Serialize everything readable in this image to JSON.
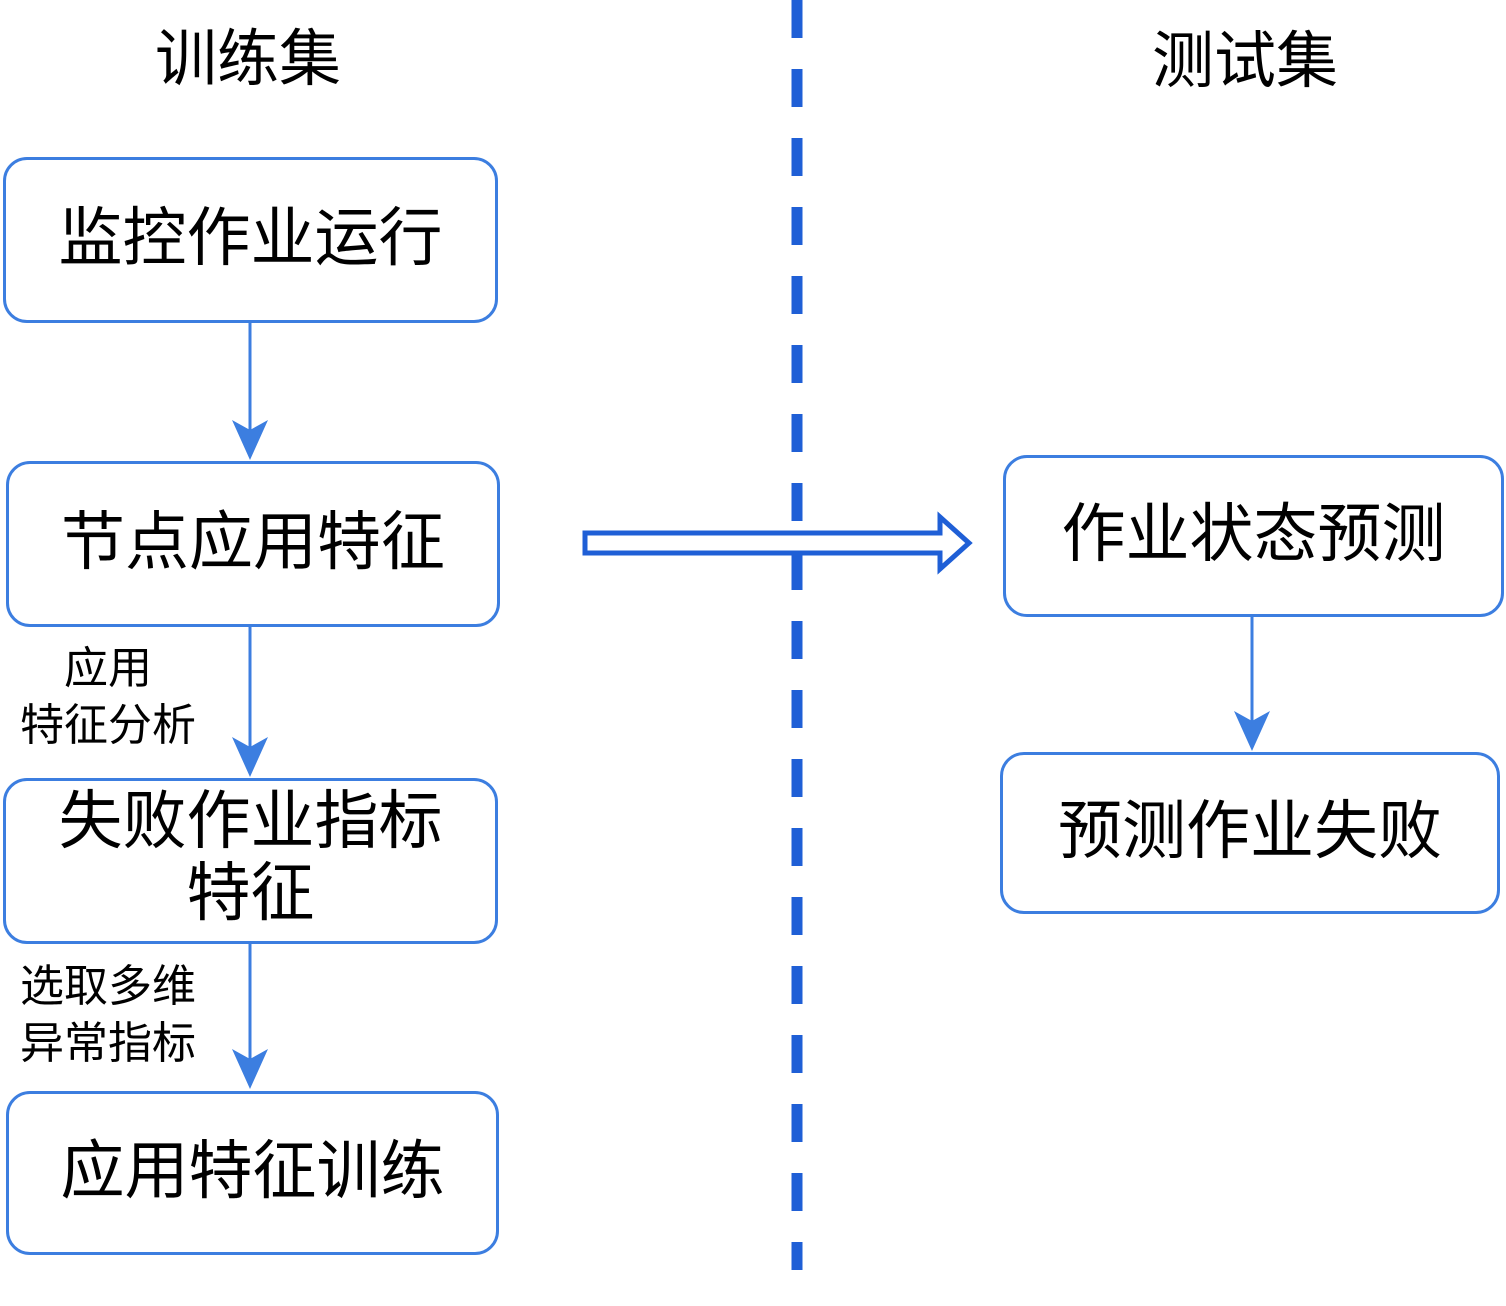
{
  "headings": {
    "train": "训练集",
    "test": "测试集"
  },
  "train_steps": {
    "monitor": "监控作业运行",
    "node_features": "节点应用特征",
    "failure_line1": "失败作业指标",
    "failure_line2": "特征",
    "feature_training": "应用特征训练"
  },
  "edge_labels": {
    "analysis_line1": "应用",
    "analysis_line2": "特征分析",
    "select_line1": "选取多维",
    "select_line2": "异常指标"
  },
  "test_steps": {
    "state_prediction": "作业状态预测",
    "failure_prediction": "预测作业失败"
  },
  "colors": {
    "accent": "#3c7ee0",
    "divider": "#1f5fd6",
    "text": "#000000"
  }
}
